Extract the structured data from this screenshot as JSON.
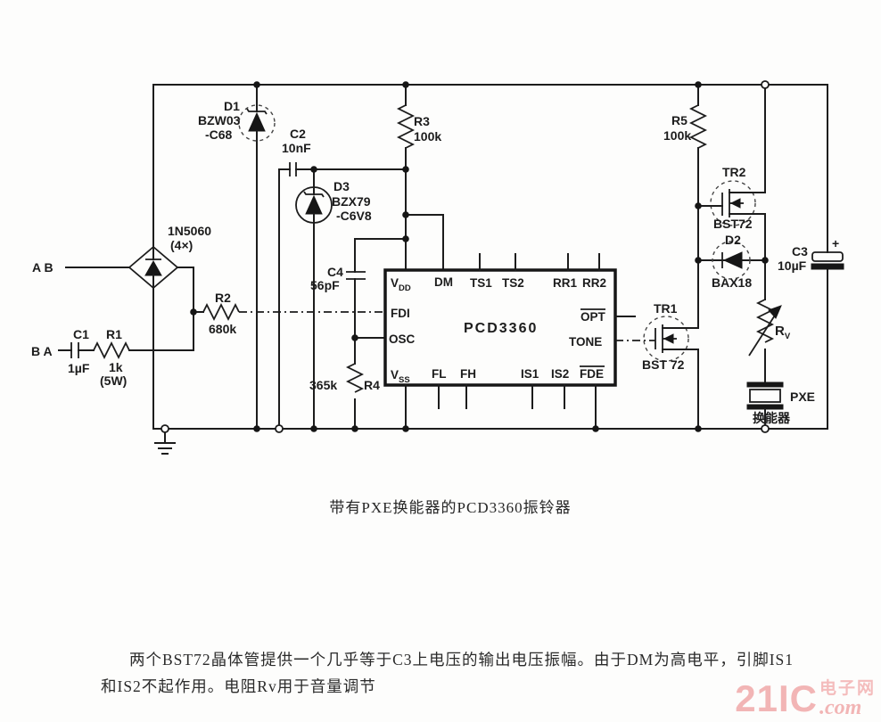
{
  "figure": {
    "caption": "带有PXE换能器的PCD3360振铃器",
    "para_line1": "两个BST72晶体管提供一个几乎等于C3上电压的输出电压振幅。由于DM为高电平，引脚IS1",
    "para_line2": "和IS2不起作用。电阻Rv用于音量调节"
  },
  "watermark": {
    "big": "21IC",
    "cn": "电子网",
    "com": ".com"
  },
  "inputs": {
    "ab": "A B",
    "ba": "B A"
  },
  "bridge": {
    "part": "1N5060",
    "qty": "(4×)"
  },
  "components": {
    "c1": {
      "ref": "C1",
      "value": "1µF"
    },
    "r1": {
      "ref": "R1",
      "value": "1k",
      "power": "(5W)"
    },
    "r2": {
      "ref": "R2",
      "value": "680k"
    },
    "d1": {
      "ref": "D1",
      "part": "BZW03",
      "suffix": "-C68"
    },
    "c2": {
      "ref": "C2",
      "value": "10nF"
    },
    "d3": {
      "ref": "D3",
      "part": "BZX79",
      "suffix": "-C6V8"
    },
    "c4": {
      "ref": "C4",
      "value": "56pF"
    },
    "r4": {
      "ref": "R4",
      "value": "365k"
    },
    "r3": {
      "ref": "R3",
      "value": "100k"
    },
    "r5": {
      "ref": "R5",
      "value": "100k"
    },
    "tr1": {
      "ref": "TR1",
      "part": "BST 72"
    },
    "tr2": {
      "ref": "TR2",
      "part": "BST72"
    },
    "d2": {
      "ref": "D2",
      "part": "BAX18"
    },
    "c3": {
      "ref": "C3",
      "value": "10µF",
      "polarity": "+"
    },
    "rv": {
      "ref_main": "R",
      "ref_sub": "V"
    },
    "pxe": {
      "label": "PXE",
      "cn": "换能器"
    }
  },
  "ic": {
    "name": "PCD3360",
    "pins": {
      "vdd_main": "V",
      "vdd_sub": "DD",
      "dm": "DM",
      "ts1": "TS1",
      "ts2": "TS2",
      "rr1": "RR1",
      "rr2": "RR2",
      "fdi": "FDI",
      "osc": "OSC",
      "opt": "OPT",
      "tone": "TONE",
      "vss_main": "V",
      "vss_sub": "SS",
      "fl": "FL",
      "fh": "FH",
      "is1": "IS1",
      "is2": "IS2",
      "fde": "FDE"
    }
  }
}
